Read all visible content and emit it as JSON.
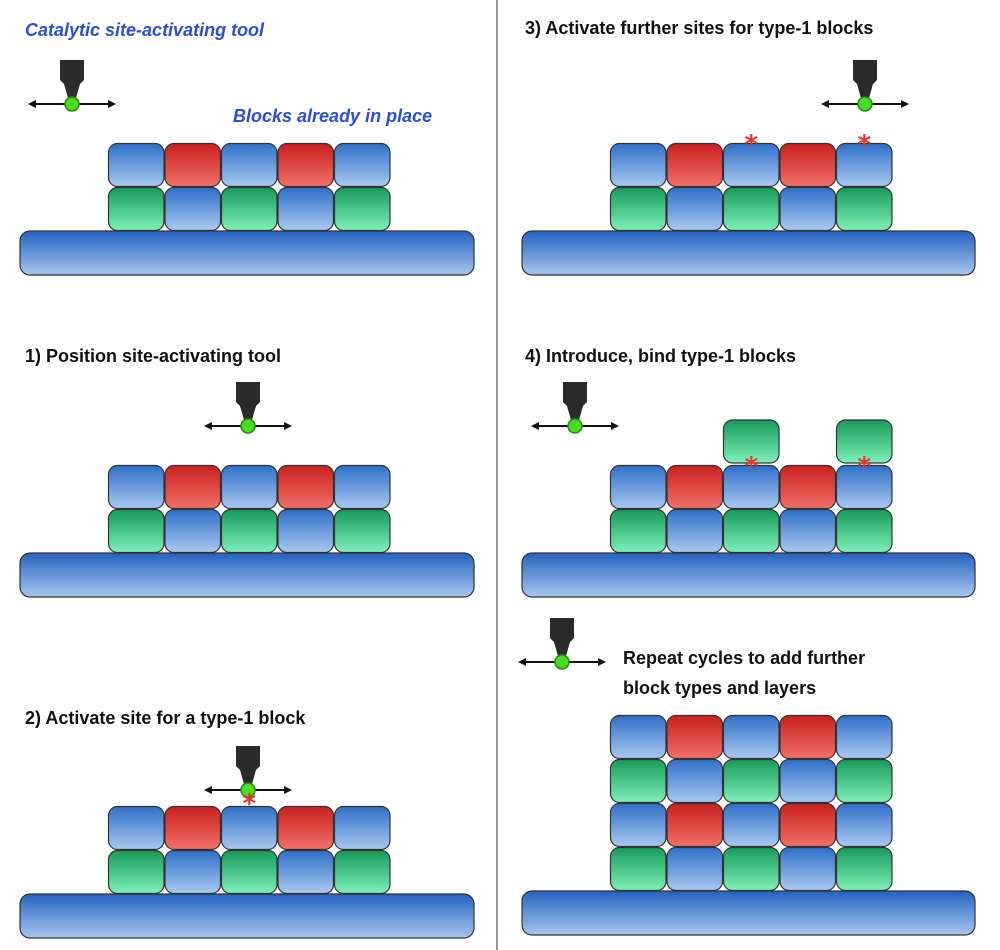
{
  "colors": {
    "blue": "#5a8fd8",
    "red": "#e0413e",
    "green": "#35c07c",
    "base": "#4f86d0",
    "tool": "#2a2a2a",
    "dot": "#44dd22",
    "asterisk": "#e8342c",
    "label_blue": "#2a4fd6",
    "divider": "#999999"
  },
  "panels": [
    {
      "title": "Catalytic site-activating tool",
      "title_style": "blue",
      "note": "Blocks already in place",
      "rows": [
        [
          "B",
          "R",
          "B",
          "R",
          "B"
        ],
        [
          "G",
          "B",
          "G",
          "B",
          "G"
        ]
      ],
      "asterisk_columns": [],
      "added_blocks": []
    },
    {
      "title": "1) Position site-activating tool",
      "rows": [
        [
          "B",
          "R",
          "B",
          "R",
          "B"
        ],
        [
          "G",
          "B",
          "G",
          "B",
          "G"
        ]
      ],
      "asterisk_columns": [],
      "added_blocks": []
    },
    {
      "title": "2) Activate site for a type-1 block",
      "rows": [
        [
          "B",
          "R",
          "B",
          "R",
          "B"
        ],
        [
          "G",
          "B",
          "G",
          "B",
          "G"
        ]
      ],
      "asterisk_columns": [
        3
      ],
      "added_blocks": []
    },
    {
      "title": "3) Activate further sites for type-1 blocks",
      "rows": [
        [
          "B",
          "R",
          "B",
          "R",
          "B"
        ],
        [
          "G",
          "B",
          "G",
          "B",
          "G"
        ]
      ],
      "asterisk_columns": [
        3,
        5
      ],
      "added_blocks": []
    },
    {
      "title": "4) Introduce, bind type-1 blocks",
      "rows": [
        [
          "B",
          "R",
          "B",
          "R",
          "B"
        ],
        [
          "G",
          "B",
          "G",
          "B",
          "G"
        ]
      ],
      "asterisk_columns": [
        3,
        5
      ],
      "added_blocks": [
        {
          "column": 3,
          "color": "G"
        },
        {
          "column": 5,
          "color": "G"
        }
      ]
    },
    {
      "title_lines": [
        "Repeat cycles to add further",
        "block types and layers"
      ],
      "rows": [
        [
          "B",
          "R",
          "B",
          "R",
          "B"
        ],
        [
          "G",
          "B",
          "G",
          "B",
          "G"
        ],
        [
          "B",
          "R",
          "B",
          "R",
          "B"
        ],
        [
          "G",
          "B",
          "G",
          "B",
          "G"
        ]
      ],
      "asterisk_columns": [],
      "added_blocks": []
    }
  ]
}
